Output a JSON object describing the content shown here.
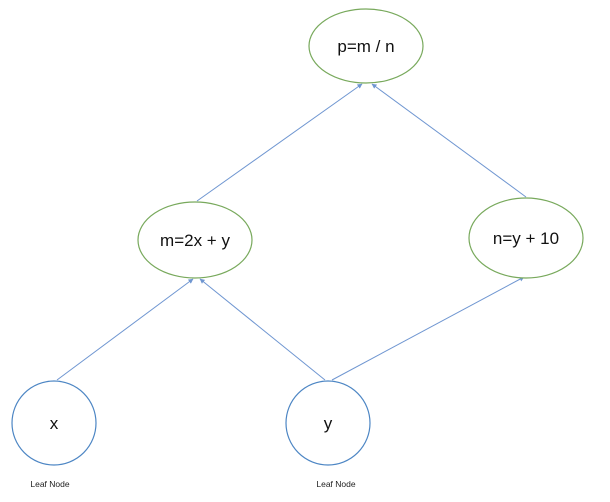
{
  "nodes": {
    "p": {
      "label": "p=m / n"
    },
    "m": {
      "label": "m=2x + y"
    },
    "n": {
      "label": "n=y + 10"
    },
    "x": {
      "label": "x",
      "caption": "Leaf Node"
    },
    "y": {
      "label": "y",
      "caption": "Leaf Node"
    }
  },
  "edges": [
    {
      "from": "x",
      "to": "m"
    },
    {
      "from": "y",
      "to": "m"
    },
    {
      "from": "y",
      "to": "n"
    },
    {
      "from": "m",
      "to": "p"
    },
    {
      "from": "n",
      "to": "p"
    }
  ],
  "colors": {
    "operation_node_stroke": "#78a95c",
    "leaf_node_stroke": "#4d86c4",
    "edge": "#6f96d1"
  }
}
